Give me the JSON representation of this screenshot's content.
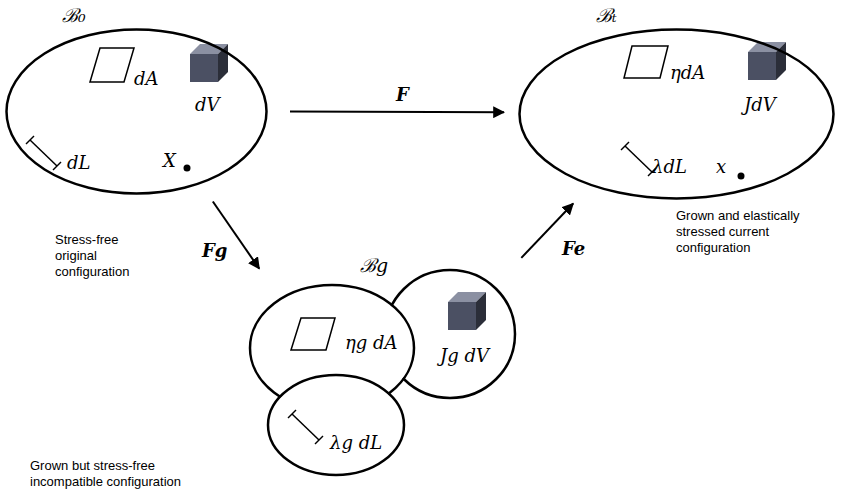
{
  "diagram": {
    "nodes": [
      {
        "text": [
          "ℬ₀",
          "dA",
          "dV",
          "dL",
          "X"
        ]
      },
      {
        "text": [
          "ℬₜ",
          "ηdA",
          "JdV",
          "λdL",
          "x"
        ]
      },
      {
        "text": [
          "ℬg",
          "ηg dA",
          "Jg dV",
          "λg dL"
        ]
      }
    ],
    "edges": [
      {
        "from": 0,
        "to": 1,
        "arrow": "to",
        "label": "F"
      },
      {
        "from": 0,
        "to": 2,
        "arrow": "to",
        "label": "Fg"
      },
      {
        "from": 2,
        "to": 1,
        "arrow": "to",
        "label": "Fe"
      }
    ],
    "labels": [
      "Stress-free original configuration",
      "Grown and elastically stressed current configuration",
      "Grown but stress-free incompatible configuration"
    ]
  }
}
